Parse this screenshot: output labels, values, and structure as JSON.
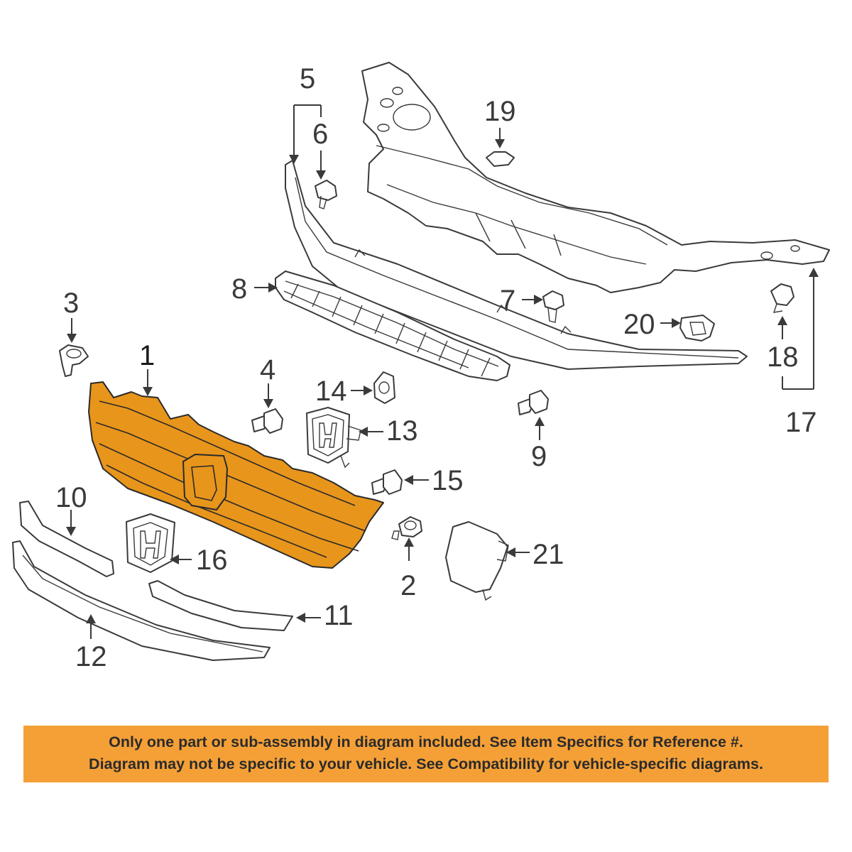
{
  "callouts": {
    "c1": "1",
    "c2": "2",
    "c3": "3",
    "c4": "4",
    "c5": "5",
    "c6": "6",
    "c7": "7",
    "c8": "8",
    "c9": "9",
    "c10": "10",
    "c11": "11",
    "c12": "12",
    "c13": "13",
    "c14": "14",
    "c15": "15",
    "c16": "16",
    "c17": "17",
    "c18": "18",
    "c19": "19",
    "c20": "20",
    "c21": "21"
  },
  "highlight_color": "#e8951c",
  "notice": {
    "line1": "Only one part or sub-assembly in diagram included. See Item Specifics for Reference #.",
    "line2": "Diagram may not be specific to your vehicle. See Compatibility for vehicle-specific diagrams.",
    "background": "#f5a037"
  }
}
